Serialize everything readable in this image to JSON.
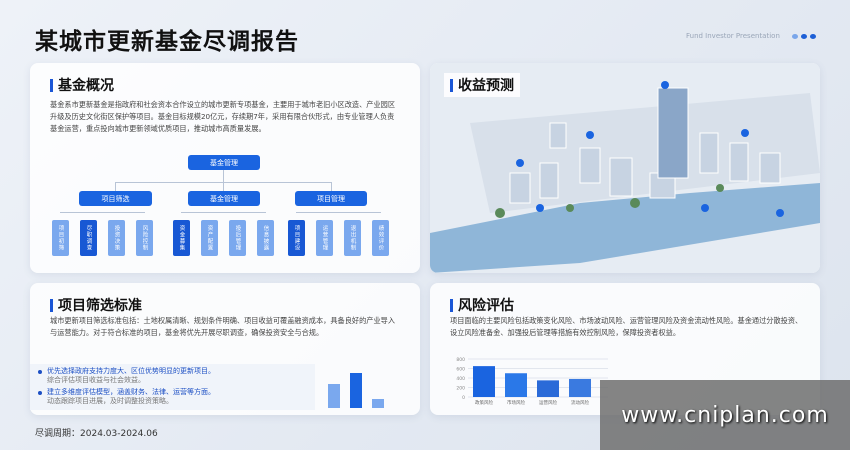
{
  "header": {
    "title": "某城市更新基金尽调报告",
    "subtitle": "Fund Investor Presentation"
  },
  "overview": {
    "title": "基金概况",
    "text": "基金系市更新基金是指政府和社会资本合作设立的城市更新专项基金，主要用于城市老旧小区改造、产业园区升级及历史文化街区保护等项目。基金目标规模20亿元，存续期7年，采用有限合伙形式，由专业管理人负责基金运营，重点投向城市更新领域优质项目，推动城市高质量发展。",
    "org": {
      "root": "基金管理",
      "level2": [
        "项目筛选",
        "基金管理",
        "项目管理"
      ],
      "leaves": [
        "项目初筛",
        "尽职调查",
        "投资决策",
        "风险控制",
        "资金募集",
        "资产配置",
        "投后管理",
        "信息披露",
        "项目建设",
        "运营管理",
        "退出机制",
        "绩效评价"
      ]
    }
  },
  "forecast": {
    "title": "收益预测"
  },
  "criteria": {
    "title": "项目筛选标准",
    "text": "城市更新项目筛选标准包括：土地权属清晰、规划条件明确、项目收益可覆盖融资成本，具备良好的产业导入与运营能力。对于符合标准的项目，基金将优先开展尽职调查，确保投资安全与合规。",
    "bullets": [
      {
        "main": "优先选择政府支持力度大、区位优势明显的更新项目。",
        "sub": "综合评估项目收益与社会效益。"
      },
      {
        "main": "建立多维度评估模型，涵盖财务、法律、运营等方面。",
        "sub": "动态跟踪项目进展，及时调整投资策略。"
      }
    ],
    "mini_bars": [
      0.55,
      0.8,
      0.2
    ]
  },
  "risk": {
    "title": "风险评估",
    "text": "项目面临的主要风险包括政策变化风险、市场波动风险、运营管理风险及资金流动性风险。基金通过分散投资、设立风险准备金、加强投后管理等措施有效控制风险，保障投资者权益。"
  },
  "chart_data": {
    "type": "bar",
    "categories": [
      "政策风险",
      "市场风险",
      "运营风险",
      "流动风险"
    ],
    "values": [
      650,
      500,
      350,
      380
    ],
    "yticks": [
      0,
      200,
      400,
      600,
      800
    ],
    "ylim": [
      0,
      800
    ],
    "grid": true,
    "colors": [
      "#1a64e0",
      "#2a78e8",
      "#2a6ad8",
      "#3a7ae0"
    ]
  },
  "footer": {
    "period_label": "尽调周期：",
    "period": "2024.03-2024.06"
  },
  "watermark": "www.cniplan.com"
}
